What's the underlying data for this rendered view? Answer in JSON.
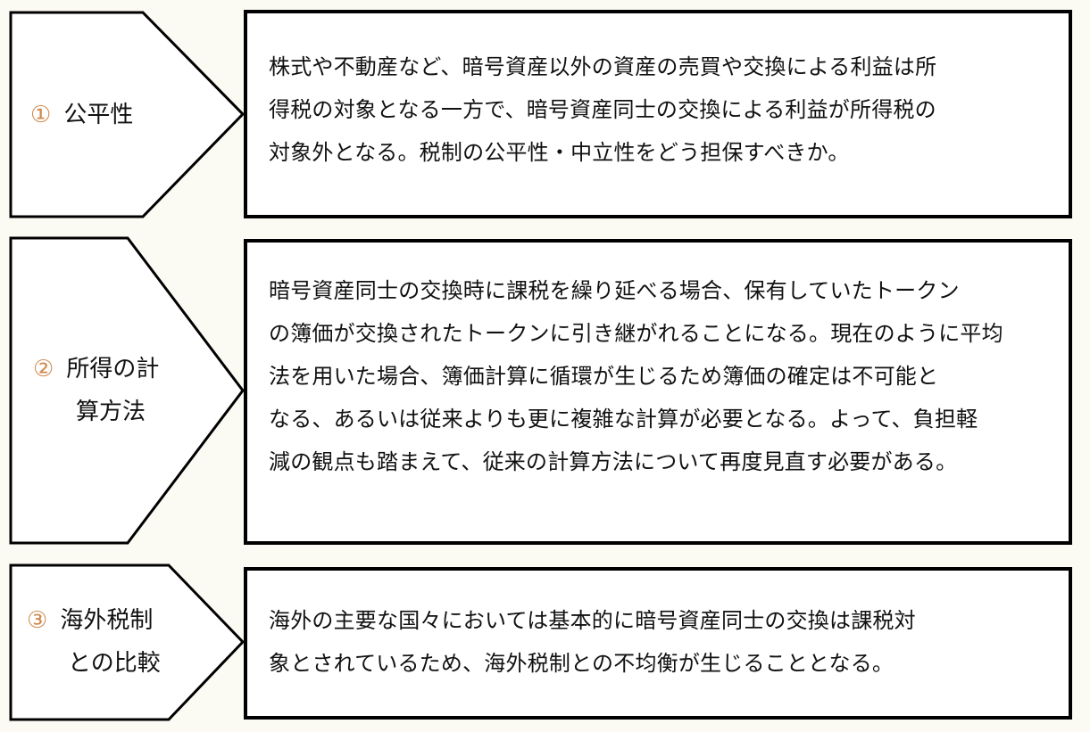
{
  "colors": {
    "background": "#fbfaf3",
    "number_accent": "#d08a4e",
    "border": "#000000",
    "text": "#111111"
  },
  "items": [
    {
      "number": "①",
      "title_lines": [
        "公平性"
      ],
      "body_lines": [
        "株式や不動産など、暗号資産以外の資産の売買や交換による利益は所",
        "得税の対象となる一方で、暗号資産同士の交換による利益が所得税の",
        "対象外となる。税制の公平性・中立性をどう担保すべきか。"
      ]
    },
    {
      "number": "②",
      "title_lines": [
        "所得の計",
        "算方法"
      ],
      "body_lines": [
        "暗号資産同士の交換時に課税を繰り延べる場合、保有していたトークン",
        "の簿価が交換されたトークンに引き継がれることになる。現在のように平均",
        "法を用いた場合、簿価計算に循環が生じるため簿価の確定は不可能と",
        "なる、あるいは従来よりも更に複雑な計算が必要となる。よって、負担軽",
        "減の観点も踏まえて、従来の計算方法について再度見直す必要がある。"
      ]
    },
    {
      "number": "③",
      "title_lines": [
        "海外税制",
        "との比較"
      ],
      "body_lines": [
        "海外の主要な国々においては基本的に暗号資産同士の交換は課税対",
        "象とされているため、海外税制との不均衡が生じることとなる。"
      ]
    }
  ]
}
